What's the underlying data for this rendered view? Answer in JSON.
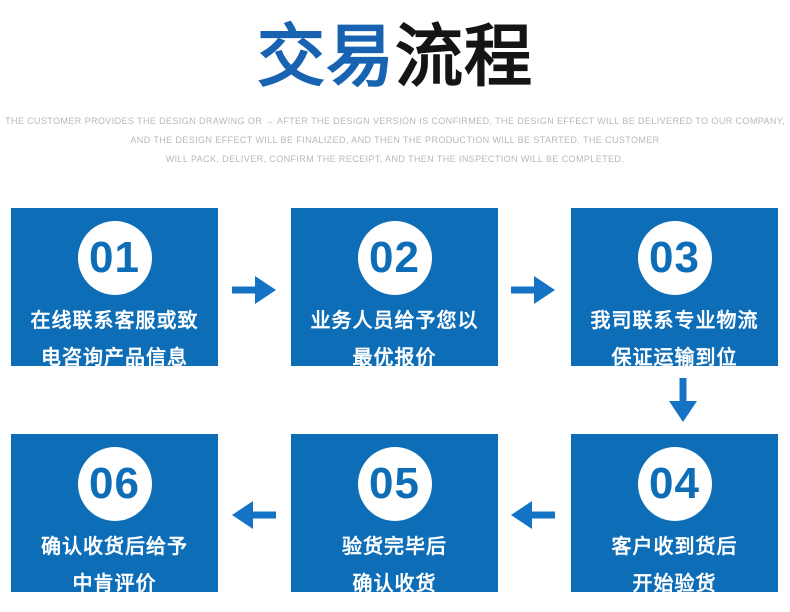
{
  "title": {
    "highlight": "交易",
    "rest": "流程"
  },
  "subtitle": {
    "line1": "THE CUSTOMER PROVIDES THE DESIGN DRAWING OR → AFTER THE DESIGN VERSION IS CONFIRMED, THE DESIGN EFFECT WILL BE DELIVERED TO OUR COMPANY,",
    "line2": "AND THE DESIGN EFFECT WILL BE FINALIZED, AND THEN THE PRODUCTION WILL BE STARTED. THE CUSTOMER",
    "line3": "WILL PACK, DELIVER, CONFIRM THE RECEIPT, AND THEN THE INSPECTION WILL BE COMPLETED."
  },
  "steps": [
    {
      "number": "01",
      "line1": "在线联系客服或致",
      "line2": "电咨询产品信息"
    },
    {
      "number": "02",
      "line1": "业务人员给予您以",
      "line2": "最优报价"
    },
    {
      "number": "03",
      "line1": "我司联系专业物流",
      "line2": "保证运输到位"
    },
    {
      "number": "04",
      "line1": "客户收到货后",
      "line2": "开始验货"
    },
    {
      "number": "05",
      "line1": "验货完毕后",
      "line2": "确认收货"
    },
    {
      "number": "06",
      "line1": "确认收货后给予",
      "line2": "中肯评价"
    }
  ],
  "arrows": [
    {
      "direction": "right",
      "from": "01",
      "to": "02"
    },
    {
      "direction": "right",
      "from": "02",
      "to": "03"
    },
    {
      "direction": "down",
      "from": "03",
      "to": "04"
    },
    {
      "direction": "left",
      "from": "04",
      "to": "05"
    },
    {
      "direction": "left",
      "from": "05",
      "to": "06"
    }
  ],
  "colors": {
    "box_blue": "#0d6db7",
    "arrow_blue": "#1473c4",
    "title_blue": "#1763b1",
    "title_black": "#141414",
    "number_blue": "#0d6db7",
    "subtitle_gray": "#b8b8b8"
  }
}
